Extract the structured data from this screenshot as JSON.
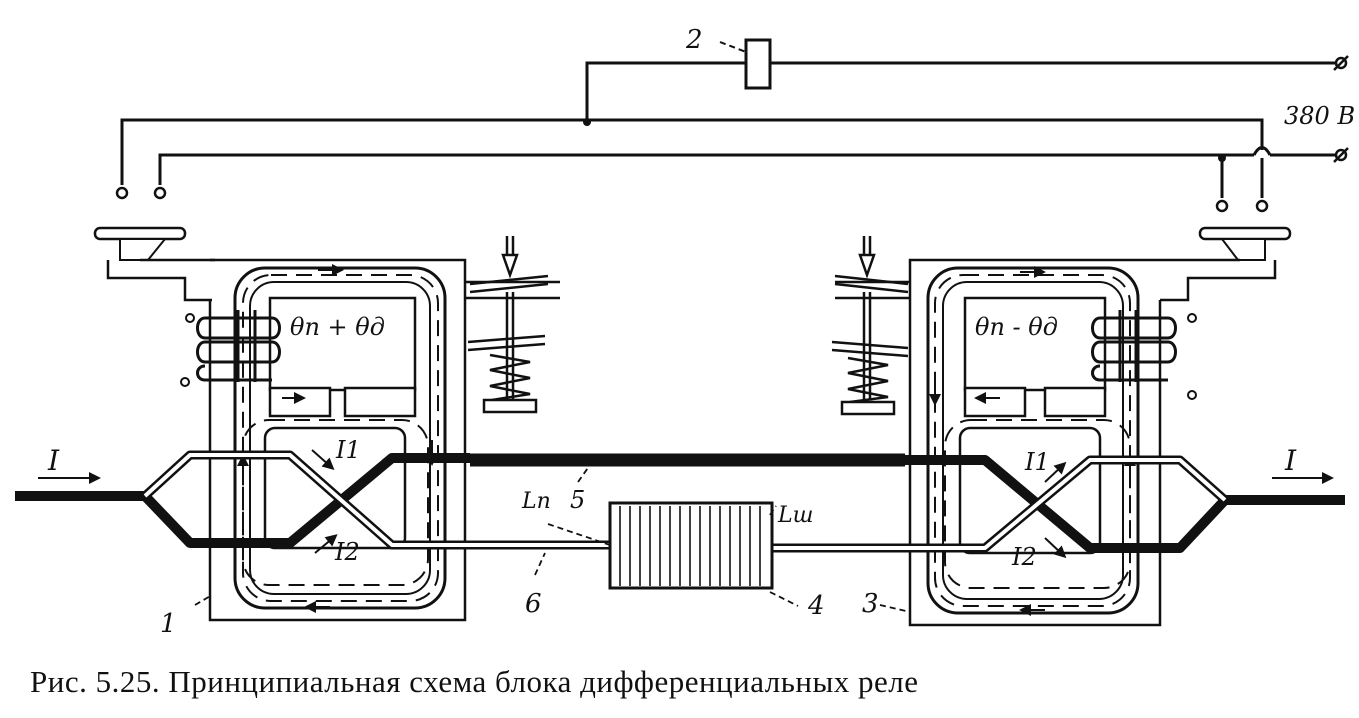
{
  "labels": {
    "relay2": "2",
    "voltage": "380 В",
    "current_in": "I",
    "current_out": "I",
    "flux_left": "θп + θд",
    "flux_right": "θп - θд",
    "i1_left": "I1",
    "i2_left": "I2",
    "i1_right": "I1",
    "i2_right": "I2",
    "ln": "Lп",
    "lsh": "Lш",
    "n1": "1",
    "n3": "3",
    "n4": "4",
    "n5": "5",
    "n6": "6"
  },
  "caption": "Рис. 5.25. Принципиальная схема блока дифференциальных реле"
}
